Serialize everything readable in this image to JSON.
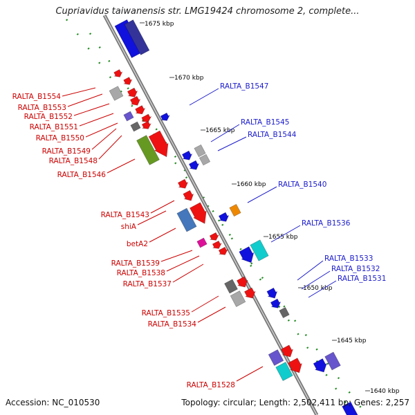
{
  "title": "Cupriavidus taiwanensis str. LMG19424 chromosome 2, complete...",
  "footer": {
    "accession": "Accession: NC_010530",
    "topology": "Topology: circular; Length: 2,502,411 bp; Genes: 2,257"
  },
  "ticks": [
    "1675 kbp",
    "1670 kbp",
    "1665 kbp",
    "1660 kbp",
    "1655 kbp",
    "1650 kbp",
    "1645 kbp",
    "1640 kbp"
  ],
  "left_labels": [
    "RALTA_B1554",
    "RALTA_B1553",
    "RALTA_B1552",
    "RALTA_B1551",
    "RALTA_B1550",
    "RALTA_B1549",
    "RALTA_B1548",
    "RALTA_B1546",
    "RALTA_B1543",
    "shiA",
    "betA2",
    "RALTA_B1539",
    "RALTA_B1538",
    "RALTA_B1537",
    "RALTA_B1535",
    "RALTA_B1534",
    "RALTA_B1528"
  ],
  "right_labels": [
    "RALTA_B1547",
    "RALTA_B1545",
    "RALTA_B1544",
    "RALTA_B1540",
    "RALTA_B1536",
    "RALTA_B1533",
    "RALTA_B1532",
    "RALTA_B1531"
  ],
  "colors": {
    "left_label": "#cc0000",
    "right_label": "#1a1acc",
    "backbone": "#888888",
    "tick_dot": "#228b22",
    "gene_red": "#ee1111",
    "gene_blue": "#1111dd",
    "gene_navy": "#333399",
    "gene_gray": "#a8a8a8",
    "gene_dark": "#666666",
    "gene_violet": "#6655cc",
    "gene_green": "#669922",
    "gene_steel": "#4477bb",
    "gene_magenta": "#dd1199",
    "gene_orange": "#ee8800",
    "gene_cyan": "#11cccc"
  }
}
